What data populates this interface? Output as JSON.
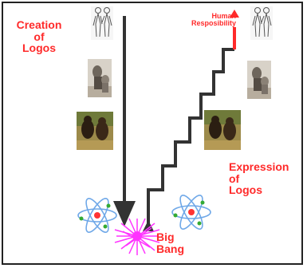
{
  "labels": {
    "creation": [
      "Creation",
      "of",
      "Logos"
    ],
    "human": [
      "Human",
      "Resposibility"
    ],
    "expression": [
      "Expression",
      "of",
      "Logos"
    ],
    "big_bang": [
      "Big",
      "Bang"
    ]
  },
  "colors": {
    "red": "#ff2a2a",
    "arrow": "#333333",
    "bang": "#ff33ff",
    "atom_ring": "#6fa8e8",
    "nucleus": "#ff3333",
    "electron": "#33aa33"
  },
  "icons": {
    "modern_humans": "two-standing-human-figures",
    "early_humans": "early-human-group-photo",
    "apes": "ape-pair-photo",
    "atom": "atom-icon",
    "big_bang": "starburst-explosion-icon"
  }
}
